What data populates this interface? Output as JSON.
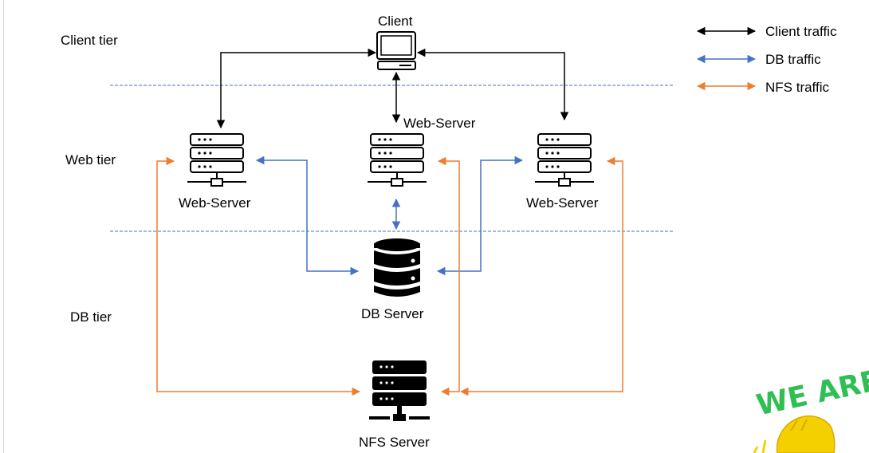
{
  "tiers": {
    "client": "Client tier",
    "web": "Web tier",
    "db": "DB tier"
  },
  "nodes": {
    "client": "Client",
    "web_left": "Web-Server",
    "web_center": "Web-Server",
    "web_right": "Web-Server",
    "db": "DB Server",
    "nfs": "NFS Server"
  },
  "legend": [
    {
      "label": "Client traffic",
      "color": "#000000"
    },
    {
      "label": "DB traffic",
      "color": "#4472c4"
    },
    {
      "label": "NFS traffic",
      "color": "#ed7d31"
    }
  ],
  "colors": {
    "client_traffic": "#000000",
    "db_traffic": "#4472c4",
    "nfs_traffic": "#ed7d31",
    "tier_divider": "#4472c4",
    "sticker_text": "#2fbf55",
    "sticker_hand": "#f5d000"
  },
  "sticker": {
    "text": "WE ARE"
  },
  "icons": {
    "client": "desktop-computer-icon",
    "web_server": "server-rack-icon",
    "db": "database-icon",
    "nfs": "nfs-server-icon"
  }
}
